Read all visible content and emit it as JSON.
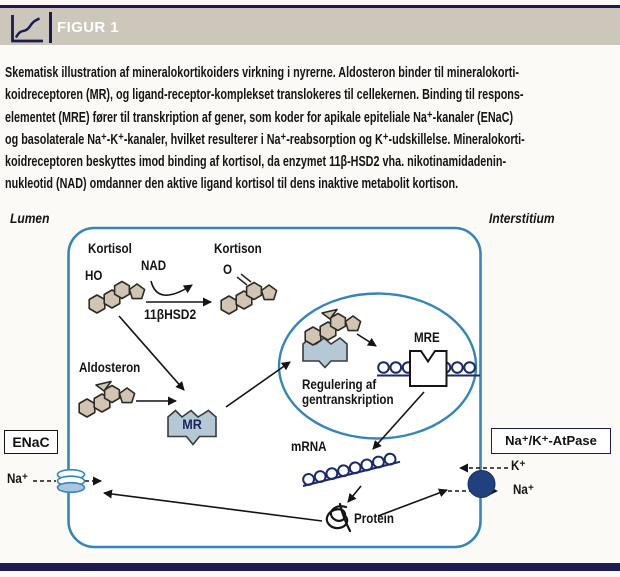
{
  "header": {
    "title": "FIGUR 1",
    "icon": "line-chart-icon"
  },
  "caption": {
    "lines": [
      "Skematisk illustration af mineralokortikoiders virkning i nyrerne. Aldosteron binder til mineralokorti-",
      "koidreceptoren (MR), og ligand-receptor-komplekset translokeres til cellekernen. Binding til respons-",
      "elementet (MRE) fører til transkription af gener, som koder for apikale epiteliale Na⁺-kanaler (ENaC)",
      "og basolaterale Na⁺-K⁺-kanaler, hvilket resulterer i Na⁺-reabsorption og K⁺-udskillelse. Mineralokorti-",
      "koidreceptoren beskyttes imod binding af kortisol, da enzymet 11β-HSD2 vha. nikotinamidadenin-",
      "nukleotid (NAD) omdanner den aktive ligand kortisol til dens inaktive metabolit kortison."
    ]
  },
  "diagram": {
    "regions": {
      "lumen": "Lumen",
      "interstitium": "Interstitium"
    },
    "labels": {
      "kortisol": "Kortisol",
      "kortison": "Kortison",
      "nad": "NAD",
      "ho": "HO",
      "o": "O",
      "enzyme": "11βHSD2",
      "aldosteron": "Aldosteron",
      "mr": "MR",
      "mre": "MRE",
      "regulering_line1": "Regulering af",
      "regulering_line2": "gentranskription",
      "mrna": "mRNA",
      "protein": "Protein"
    },
    "boxes": {
      "enac": "ENaC",
      "atpase": "Na⁺/K⁺-AtPase"
    },
    "ions": {
      "na_lumen": "Na⁺",
      "k_interstitium": "K⁺",
      "na_interstitium": "Na⁺"
    }
  },
  "colors": {
    "navy": "#1e1a52",
    "membrane_blue": "#3585bd",
    "header_tan": "#cdc6ba",
    "molecule_tan": "#d2c4b2",
    "receptor_blue_gray": "#b5c8d6",
    "dna_navy": "#1b2a6b",
    "pump_navy": "#20407e"
  }
}
